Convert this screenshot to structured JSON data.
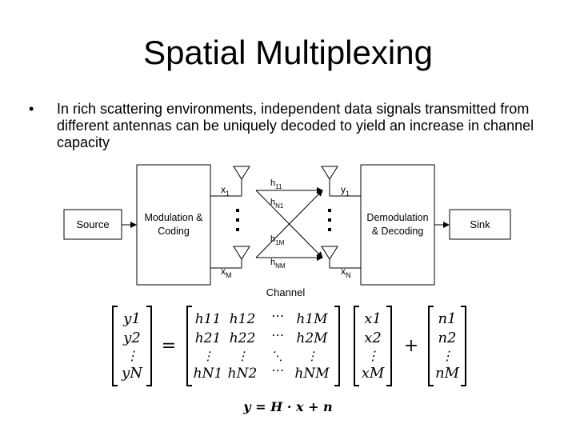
{
  "slide": {
    "title": "Spatial Multiplexing",
    "bullet_symbol": "•",
    "bullet_text": "In rich scattering environments, independent data signals transmitted from different antennas can be uniquely decoded to yield an increase in channel capacity"
  },
  "diagram": {
    "source": "Source",
    "mod_line1": "Modulation &",
    "mod_line2": "Coding",
    "demod_line1": "Demodulation",
    "demod_line2": "& Decoding",
    "sink": "Sink",
    "channel": "Channel",
    "tx": [
      {
        "main": "x",
        "sub": "1"
      },
      {
        "main": "x",
        "sub": "M"
      }
    ],
    "rx": [
      {
        "main": "y",
        "sub": "1"
      },
      {
        "main": "x",
        "sub": "N"
      }
    ],
    "h_labels": [
      {
        "main": "h",
        "sub": "11"
      },
      {
        "main": "h",
        "sub": "N1"
      },
      {
        "main": "h",
        "sub": "1M"
      },
      {
        "main": "h",
        "sub": "NM"
      }
    ]
  },
  "equation": {
    "y": [
      "y1",
      "y2",
      "⋮",
      "yN"
    ],
    "H_rows": [
      [
        "h11",
        "h12",
        "⋯",
        "h1M"
      ],
      [
        "h21",
        "h22",
        "⋯",
        "h2M"
      ],
      [
        "⋮",
        "⋮",
        "⋱",
        "⋮"
      ],
      [
        "hN1",
        "hN2",
        "⋯",
        "hNM"
      ]
    ],
    "x": [
      "x1",
      "x2",
      "⋮",
      "xM"
    ],
    "n": [
      "n1",
      "n2",
      "⋮",
      "nM"
    ],
    "equals": "=",
    "plus": "+",
    "compact": "y = H · x + n"
  }
}
